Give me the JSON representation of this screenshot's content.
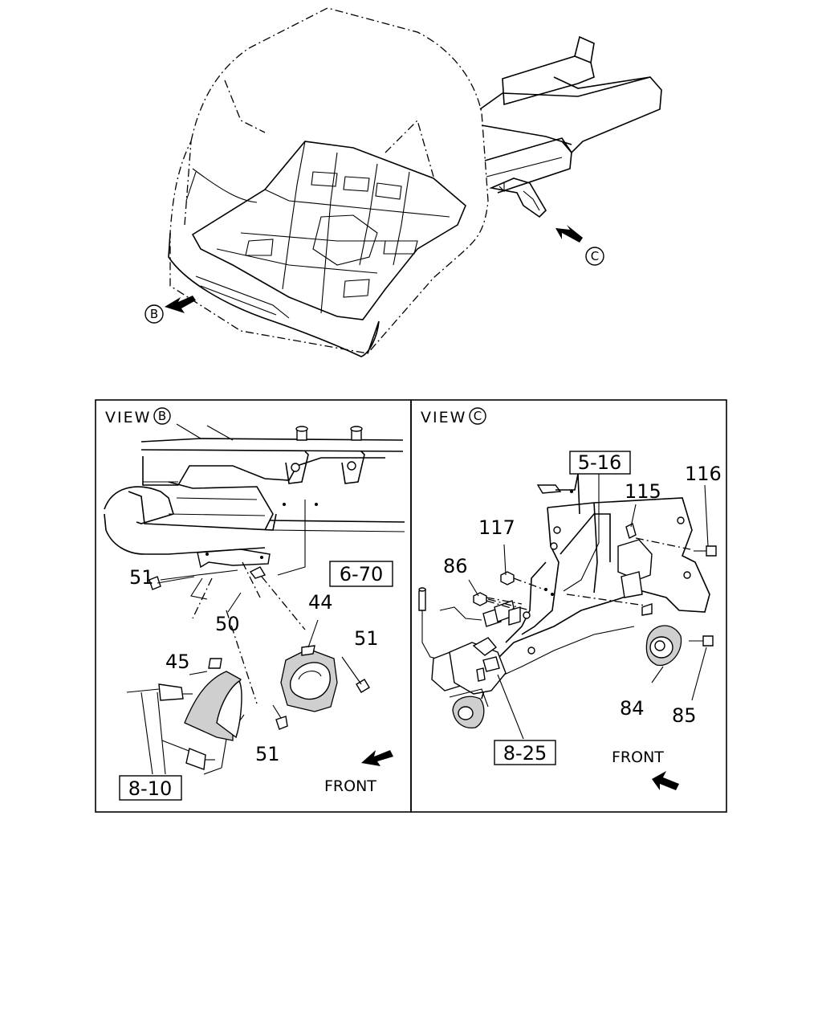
{
  "overview": {
    "marker_b": "B",
    "marker_c": "C"
  },
  "view_b": {
    "header_prefix": "VIEW",
    "header_marker": "B",
    "callouts": {
      "c51_top": "51",
      "c50": "50",
      "c44": "44",
      "c51_right": "51",
      "c45": "45",
      "c51_bottom": "51"
    },
    "ref_boxes": {
      "r6_70": "6-70",
      "r8_10": "8-10"
    },
    "front_label": "FRONT"
  },
  "view_c": {
    "header_prefix": "VIEW",
    "header_marker": "C",
    "callouts": {
      "c117": "117",
      "c86": "86",
      "c115": "115",
      "c116": "116",
      "c84": "84",
      "c85": "85"
    },
    "ref_boxes": {
      "r5_16": "5-16",
      "r8_25": "8-25"
    },
    "front_label": "FRONT"
  }
}
